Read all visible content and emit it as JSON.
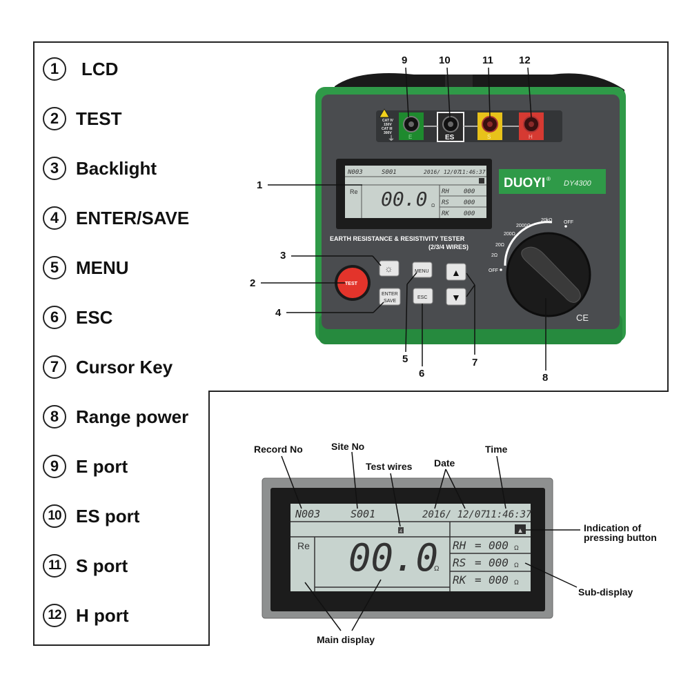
{
  "legend": {
    "items": [
      {
        "num": "1",
        "label": "LCD"
      },
      {
        "num": "2",
        "label": "TEST"
      },
      {
        "num": "3",
        "label": "Backlight"
      },
      {
        "num": "4",
        "label": "ENTER/SAVE"
      },
      {
        "num": "5",
        "label": "MENU"
      },
      {
        "num": "6",
        "label": "ESC"
      },
      {
        "num": "7",
        "label": "Cursor Key"
      },
      {
        "num": "8",
        "label": "Range power"
      },
      {
        "num": "9",
        "label": "E port"
      },
      {
        "num": "10",
        "label": "ES port"
      },
      {
        "num": "11",
        "label": "S port"
      },
      {
        "num": "12",
        "label": "H port"
      }
    ]
  },
  "device": {
    "brand": "DUOYI",
    "brand_mark": "®",
    "model": "DY4300",
    "title_line1": "EARTH RESISTANCE & RESISTIVITY TESTER",
    "title_line2": "(2/3/4 WIRES)",
    "ce_mark": "CE",
    "warning": [
      "CAT IV",
      "150V",
      "CAT III",
      "300V"
    ],
    "ports": [
      {
        "callout": "9",
        "letter": "E",
        "color": "#1e8a2e"
      },
      {
        "callout": "10",
        "letter": "ES",
        "color": "#2a2a2a"
      },
      {
        "callout": "11",
        "letter": "S",
        "color": "#e8c21a"
      },
      {
        "callout": "12",
        "letter": "H",
        "color": "#d63a32"
      }
    ],
    "buttons": {
      "test": "TEST",
      "menu": "MENU",
      "esc": "ESC",
      "enter_line1": "ENTER",
      "enter_line2": "SAVE",
      "up": "▲",
      "down": "▼",
      "backlight": "☼"
    },
    "dial": {
      "labels": [
        "OFF",
        "2Ω",
        "20Ω",
        "200Ω",
        "2000Ω",
        "20kΩ",
        "OFF"
      ]
    },
    "callouts": {
      "c1": "1",
      "c2": "2",
      "c3": "3",
      "c4": "4",
      "c5": "5",
      "c6": "6",
      "c7": "7",
      "c8": "8"
    }
  },
  "lcd": {
    "record": "N003",
    "site": "S001",
    "date": "2016/ 12/07",
    "time": "11:46:37",
    "wires": "4",
    "mode": "Re",
    "main_value": "00.0",
    "main_unit": "Ω",
    "sub": [
      {
        "label": "RH",
        "value": "000",
        "unit": "Ω"
      },
      {
        "label": "RS",
        "value": "000",
        "unit": "Ω"
      },
      {
        "label": "RK",
        "value": "000",
        "unit": "Ω"
      }
    ],
    "pressing_icon": "▲"
  },
  "annotations": {
    "record_no": "Record No",
    "site_no": "Site No",
    "test_wires": "Test wires",
    "date": "Date",
    "time": "Time",
    "indication_line1": "Indication of",
    "indication_line2": "pressing button",
    "sub_display": "Sub-display",
    "main_display": "Main display"
  }
}
